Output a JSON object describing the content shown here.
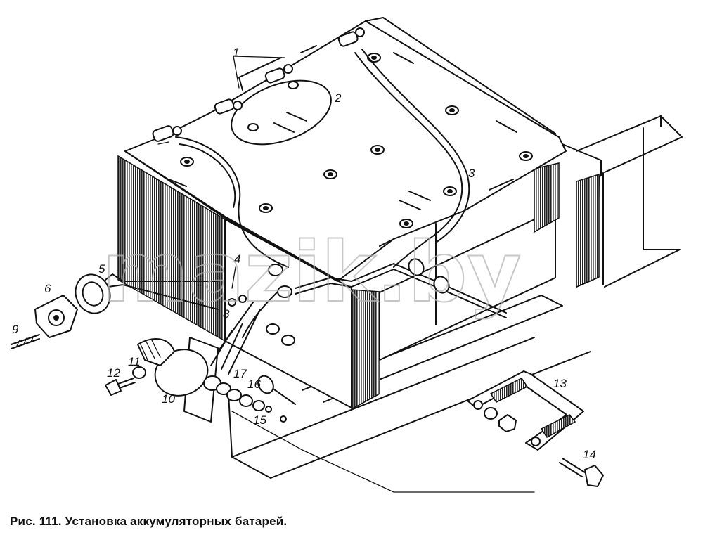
{
  "caption": "Рис. 111. Установка аккумуляторных батарей.",
  "watermark": "mazik.by",
  "callouts": [
    "1",
    "2",
    "3",
    "4",
    "5",
    "6",
    "8",
    "9",
    "10",
    "11",
    "12",
    "13",
    "14",
    "15",
    "16",
    "17"
  ]
}
